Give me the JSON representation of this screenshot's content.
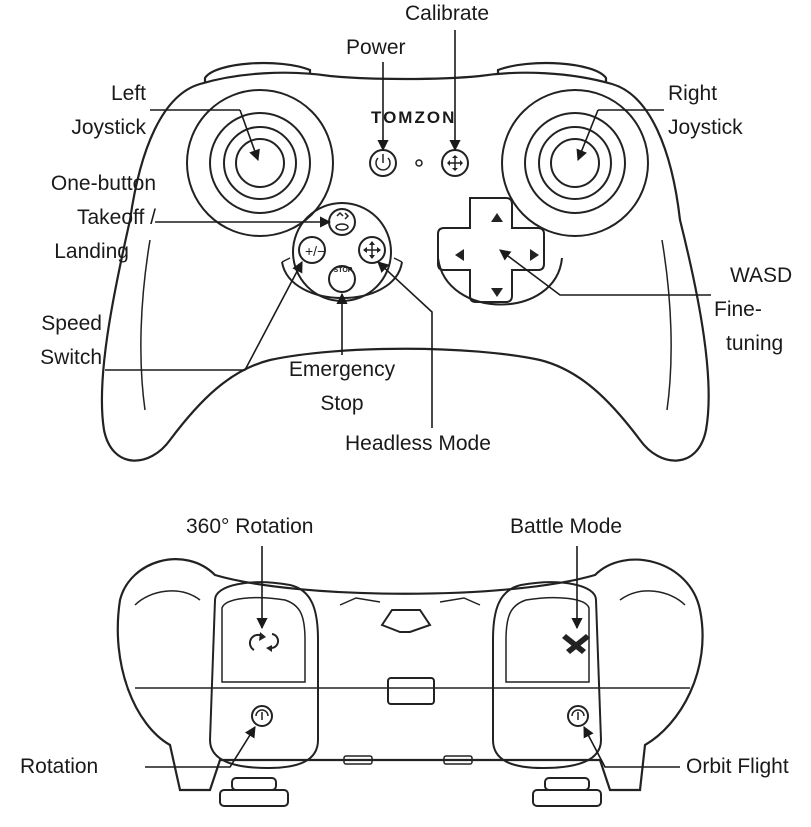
{
  "brand": "TOMZON",
  "top_view": {
    "labels": {
      "calibrate": "Calibrate",
      "power": "Power",
      "left_joystick": [
        "Left",
        "Joystick"
      ],
      "right_joystick": [
        "Right",
        "Joystick"
      ],
      "one_button": [
        "One-button",
        "Takeoff /",
        "Landing"
      ],
      "speed_switch": [
        "Speed",
        "Switch"
      ],
      "emergency_stop": [
        "Emergency",
        "Stop"
      ],
      "headless_mode": "Headless Mode",
      "wasd": [
        "WASD",
        "Fine-",
        "tuning"
      ]
    },
    "stop_text": "STOP"
  },
  "bottom_view": {
    "labels": {
      "rotation_360": "360° Rotation",
      "battle_mode": "Battle Mode",
      "rotation": "Rotation",
      "orbit_flight": "Orbit Flight"
    }
  },
  "icons": [
    "power-icon",
    "calibrate-icon",
    "takeoff-landing-icon",
    "speed-switch-icon",
    "headless-mode-icon",
    "dpad-arrow-icon",
    "rotation-360-icon",
    "battle-mode-icon",
    "rotation-icon",
    "orbit-flight-icon"
  ]
}
